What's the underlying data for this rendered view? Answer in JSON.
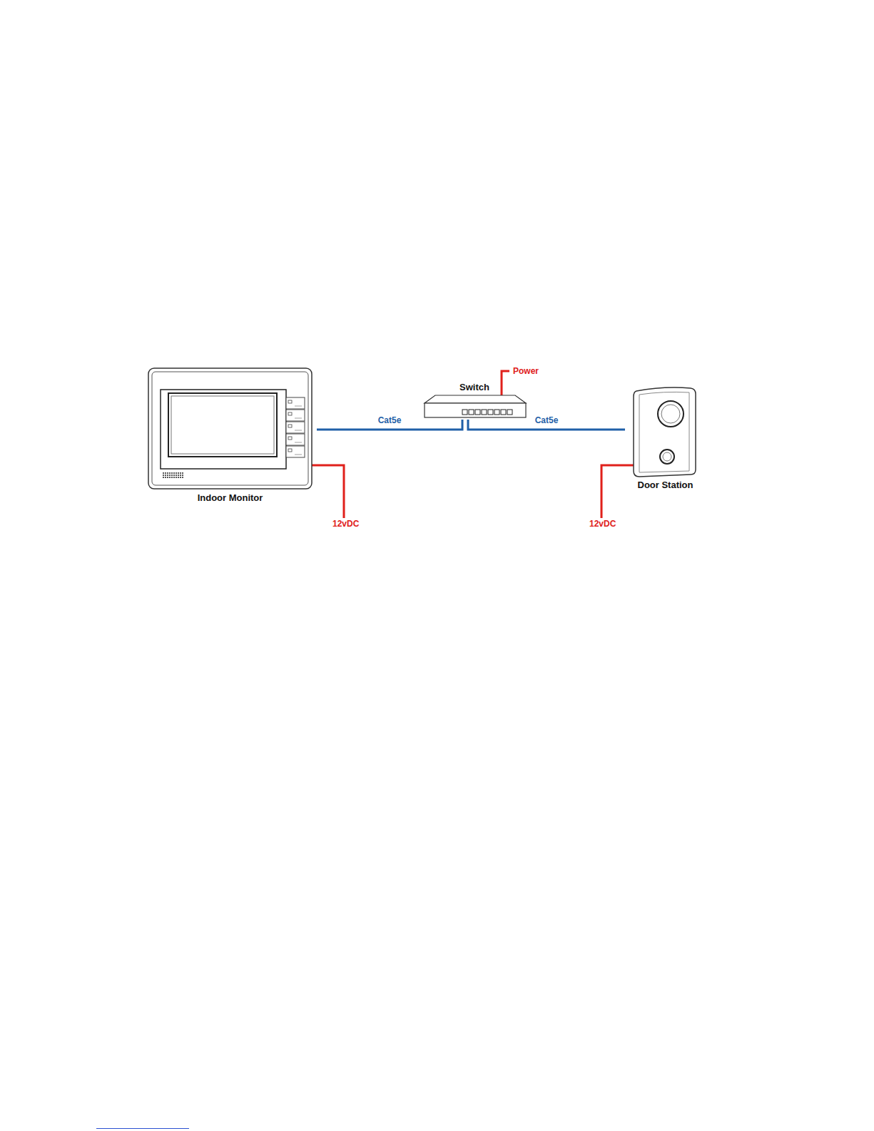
{
  "diagram": {
    "nodes": [
      {
        "text": [
          "Indoor Monitor"
        ]
      },
      {
        "text": [
          "Switch"
        ]
      },
      {
        "text": [
          "Door Station"
        ]
      }
    ],
    "edges": [
      {
        "from": 0,
        "to": 1,
        "label": "Cat5e",
        "arrow": "none"
      },
      {
        "from": 1,
        "to": 2,
        "label": "Cat5e",
        "arrow": "none"
      }
    ],
    "labels": [
      "Power",
      "12vDC",
      "12vDC"
    ]
  }
}
